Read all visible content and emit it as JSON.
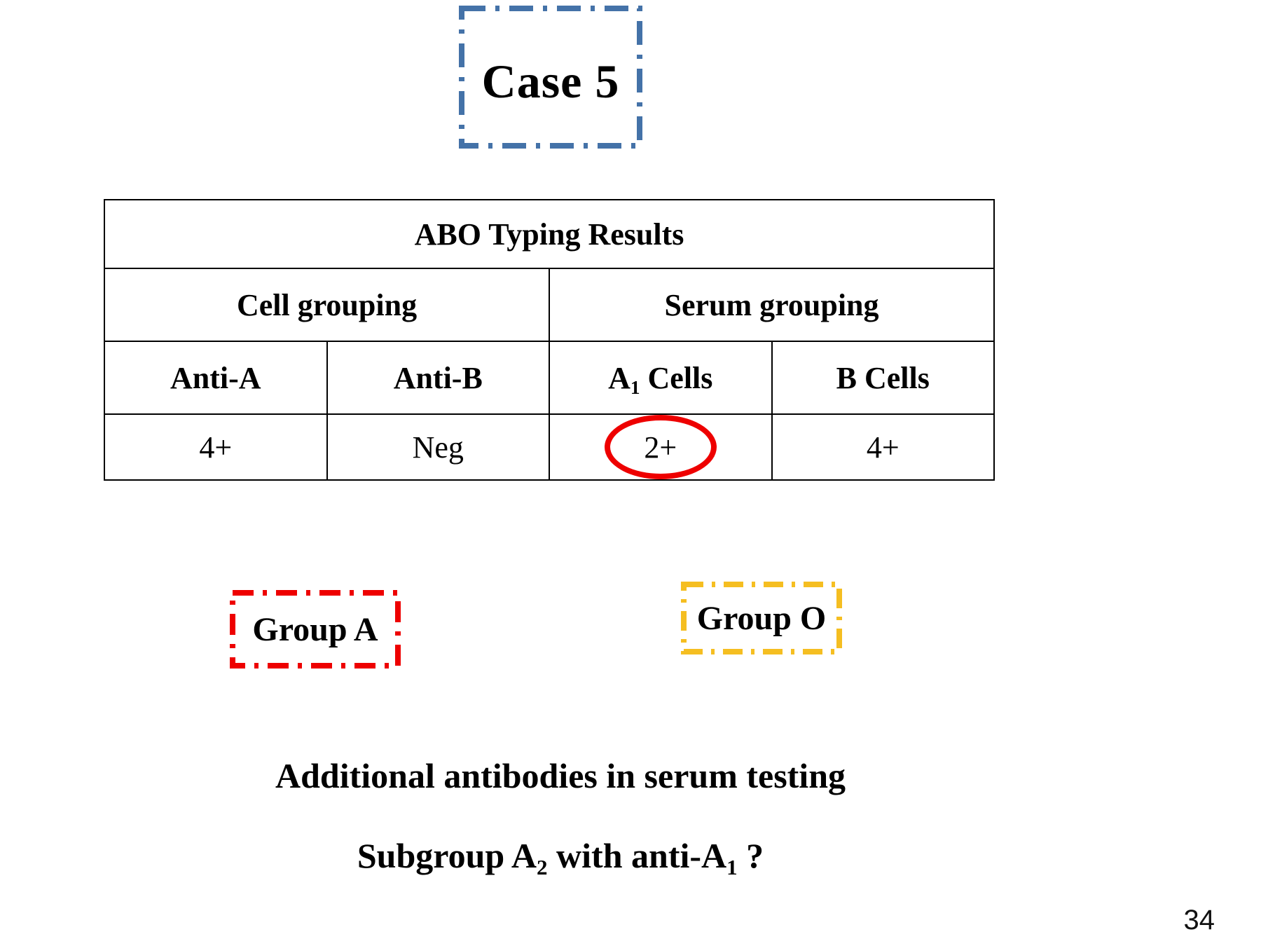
{
  "slide": {
    "title": "Case 5",
    "page_number": "34",
    "title_box_color": "#4472A8"
  },
  "table": {
    "caption": "ABO Typing Results",
    "group_headers": [
      {
        "label": "Cell grouping",
        "span": 2
      },
      {
        "label": "Serum grouping",
        "span": 2
      }
    ],
    "column_headers": [
      {
        "text_main": "Anti",
        "text_dash": "-",
        "text_tail": "A",
        "sub": ""
      },
      {
        "text_main": "Anti",
        "text_dash": "-",
        "text_tail": "B",
        "sub": ""
      },
      {
        "text_main": "A",
        "sub": "1",
        "text_tail": " Cells"
      },
      {
        "text_main": "B Cells",
        "sub": ""
      }
    ],
    "column_header_plain": [
      "Anti-A",
      "Anti-B",
      "A1 Cells",
      "B Cells"
    ],
    "values": [
      "4+",
      "Neg",
      "2+",
      "4+"
    ],
    "highlighted_value_index": 2,
    "highlight_color": "#EE0000"
  },
  "callouts": [
    {
      "label": "Group A",
      "color": "#EE0000"
    },
    {
      "label": "Group O",
      "color": "#F5BE21"
    }
  ],
  "conclusion": {
    "line1": "Additional antibodies in serum testing",
    "line2_prefix": "Subgroup A",
    "line2_sub1": "2",
    "line2_mid": " with anti-A",
    "line2_sub2": "1",
    "line2_suffix": " ?"
  }
}
